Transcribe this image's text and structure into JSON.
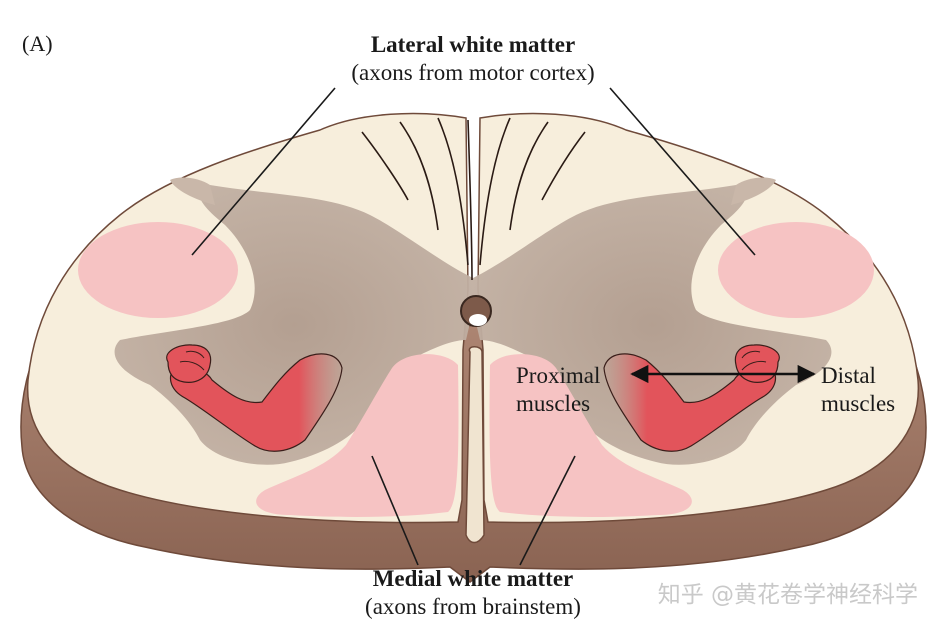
{
  "panel_label": "(A)",
  "lateral": {
    "title": "Lateral white matter",
    "subtitle": "(axons from motor cortex)"
  },
  "medial": {
    "title": "Medial white matter",
    "subtitle": "(axons from brainstem)"
  },
  "proximal": {
    "line1": "Proximal",
    "line2": "muscles"
  },
  "distal": {
    "line1": "Distal",
    "line2": "muscles"
  },
  "watermark": "知乎 @黄花卷学神经科学",
  "colors": {
    "white_matter": "#f7eedc",
    "gray_matter": "#bca99a",
    "tract": "#f6c3c3",
    "section_edge": "#a27966",
    "arm": "#e05a5f",
    "line": "#1a1a1a"
  }
}
